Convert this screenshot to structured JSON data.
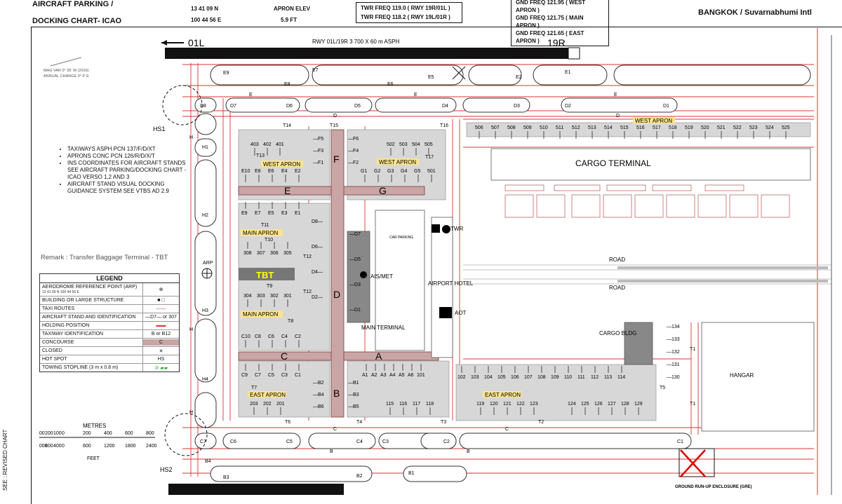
{
  "header": {
    "title_line1": "AIRCRAFT PARKING /",
    "title_line2": "DOCKING CHART- ICAO",
    "coord_lat": "13 41 09 N",
    "coord_lon": "100 44 56 E",
    "apron_elev_label": "APRON ELEV",
    "apron_elev_value": "5.9 FT",
    "twr_freq_1": "TWR FREQ 119.0 ( RWY 19R/01L )",
    "twr_freq_2": "TWR FREQ 118.2 ( RWY 19L/01R )",
    "gnd_freq_1": "GND FREQ 121.95 ( WEST APRON )",
    "gnd_freq_2": "GND FREQ 121.75 ( MAIN APRON )",
    "gnd_freq_3": "GND FREQ 121.65 ( EAST APRON )",
    "aerodrome": "BANGKOK / Suvarnabhumi Intl"
  },
  "runway": {
    "left_end": "01L",
    "right_end": "19R",
    "description": "RWY 01L/19R   3 700 X 60 m   ASPH"
  },
  "mag_var": [
    "MAG VAR 0° 35' W (2016)",
    "ANNUAL CHANGE  0° 0' E"
  ],
  "notes": [
    "TAXIWAYS ASPH PCN 137/F/D/XT",
    "APRONS CONC PCN 126/R/D/X/T",
    "INS COORDINATES FOR AIRCRAFT STANDS SEE AIRCRAFT PARKING/DOCKING CHART - ICAO VERSO 1,2 AND 3",
    "AIRCRAFT STAND VISUAL DOCKING GUIDANCE SYSTEM SEE VTBS AD 2.9"
  ],
  "remark": "Remark : Transfer Baggage Terminal - TBT",
  "legend": {
    "title": "LEGEND",
    "rows": [
      {
        "label": "AERODROME REFERENCE POINT (ARP)",
        "sub": "13 41 09 N     100 44 56 E",
        "symbol": "⊕"
      },
      {
        "label": "BUILDING OR LARGE STRUCTURE",
        "symbol": "■ □"
      },
      {
        "label": "TAXI ROUTES",
        "symbol": "——"
      },
      {
        "label": "AIRCRAFT STAND AND IDENTIFICATION",
        "symbol": "—D7—  or  307"
      },
      {
        "label": "HOLDING POSITION",
        "symbol": "▬▬"
      },
      {
        "label": "TAXIWAY IDENTIFICATION",
        "symbol": "B  or  B12"
      },
      {
        "label": "CONCOURSE",
        "symbol": "C"
      },
      {
        "label": "CLOSED",
        "symbol": "✕"
      },
      {
        "label": "HOT SPOT",
        "symbol": "HS"
      },
      {
        "label": "TOWING STOPLINE (3 m x 0.8 m)",
        "symbol": "③ ▰▰"
      }
    ]
  },
  "scale": {
    "metres_label": "METRES",
    "metres_ticks": [
      "300",
      "200",
      "100",
      "0",
      "200",
      "400",
      "600",
      "800"
    ],
    "feet_ticks": [
      "1000",
      "800",
      "400",
      "0",
      "600",
      "1200",
      "1800",
      "2400"
    ],
    "feet_label": "FEET"
  },
  "side_text": "SEE : REVISED CHART",
  "areas": {
    "cargo_terminal": "CARGO TERMINAL",
    "car_parking": "CAR PARKING",
    "twr": "TWR",
    "ais_met": "AIS/MET",
    "airport_hotel": "AIRPORT HOTEL",
    "aot": "AOT",
    "main_terminal": "MAIN TERMINAL",
    "road_1": "ROAD",
    "road_2": "ROAD",
    "cargo_bldg": "CARGO BLDG",
    "hangar": "HANGAR",
    "tbt": "TBT",
    "arp": "ARP",
    "hs1": "HS1",
    "hs2": "HS2",
    "gre": "GROUND RUN-UP ENCLOSURE (GRE)"
  },
  "apron_labels": {
    "west_apron_1": "WEST APRON",
    "west_apron_2": "WEST APRON",
    "west_apron_3": "WEST APRON",
    "main_apron_1": "MAIN APRON",
    "main_apron_2": "MAIN APRON",
    "east_apron_1": "EAST APRON",
    "east_apron_2": "EAST APRON"
  },
  "concourses": {
    "E": "E",
    "G": "G",
    "C": "C",
    "A": "A",
    "D": "D",
    "F": "F",
    "B": "B"
  },
  "stand_rows": {
    "r403": [
      "403",
      "402",
      "401"
    ],
    "r502": [
      "502",
      "503",
      "504",
      "505"
    ],
    "e_top": [
      "E10",
      "E8",
      "E6",
      "E4",
      "E2"
    ],
    "g_top": [
      "G1",
      "G2",
      "G3",
      "G4",
      "G5",
      "501"
    ],
    "e_bot": [
      "E9",
      "E7",
      "E5",
      "E3",
      "E1"
    ],
    "r308": [
      "308",
      "307",
      "306",
      "305"
    ],
    "r304": [
      "304",
      "303",
      "302",
      "301"
    ],
    "c_top": [
      "C10",
      "C8",
      "C6",
      "C4",
      "C2"
    ],
    "c_bot": [
      "C9",
      "C7",
      "C5",
      "C3",
      "C1"
    ],
    "a_bot": [
      "A1",
      "A2",
      "A3",
      "A4",
      "A5",
      "A6",
      "101"
    ],
    "r203": [
      "203",
      "202",
      "201"
    ],
    "r115": [
      "115",
      "116",
      "117",
      "118"
    ],
    "r102": [
      "102",
      "103",
      "104",
      "105",
      "106",
      "107",
      "108",
      "109",
      "110",
      "111",
      "112",
      "113",
      "114"
    ],
    "r119": [
      "119",
      "120",
      "121",
      "122",
      "123"
    ],
    "r124": [
      "124",
      "125",
      "126",
      "127",
      "128",
      "129"
    ],
    "r506": [
      "506",
      "507",
      "508",
      "509",
      "510",
      "511",
      "512",
      "513",
      "514",
      "515",
      "516",
      "517",
      "518",
      "519",
      "520",
      "521",
      "522",
      "523",
      "524",
      "525"
    ],
    "f_side": [
      "F5",
      "F3",
      "F1"
    ],
    "f_side_r": [
      "F6",
      "F4",
      "F2"
    ],
    "d_side": [
      "D8",
      "D7",
      "D6",
      "D5",
      "D4",
      "D3",
      "D2",
      "D1"
    ],
    "b_side": [
      "B2",
      "B4",
      "B6"
    ],
    "b_side_r": [
      "B1",
      "B3",
      "B5"
    ],
    "cargo_stands": [
      "134",
      "133",
      "132",
      "131",
      "130"
    ]
  },
  "taxiway_labels": {
    "e9": "E9",
    "e7": "E7",
    "e8": "E8",
    "e6": "E6",
    "e5": "E5",
    "e2": "E2",
    "e1": "E1",
    "d8": "D8",
    "d7": "D7",
    "d6": "D6",
    "d5": "D5",
    "d4": "D4",
    "d3": "D3",
    "d2": "D2",
    "d1": "D1",
    "h1": "H1",
    "h2": "H2",
    "h3": "H3",
    "h4": "H4",
    "h": "H",
    "h_b": "H",
    "h_c": "H",
    "t14": "T14",
    "t15": "T15",
    "t16": "T16",
    "t13": "T13",
    "t17": "T17",
    "t11": "T11",
    "t10": "T10",
    "t9": "T9",
    "t8": "T8",
    "t12": "T12",
    "t12b": "T12",
    "t7": "T7",
    "t6": "T6",
    "t5": "T5",
    "t4": "T4",
    "t3": "T3",
    "t2": "T2",
    "t1": "T1",
    "t1b": "T1",
    "c7": "C7",
    "c6": "C6",
    "c5": "C5",
    "c4": "C4",
    "c3": "C3",
    "c2": "C2",
    "c1": "C1",
    "b4": "B4",
    "b3": "B3",
    "b2": "B2",
    "b1": "B1",
    "d_mid": "D",
    "d_mid2": "D",
    "e_mid": "E",
    "e_mid2": "E",
    "e_mid3": "E",
    "c_low": "C",
    "c_low2": "C",
    "b_low": "B",
    "b_low2": "B"
  }
}
